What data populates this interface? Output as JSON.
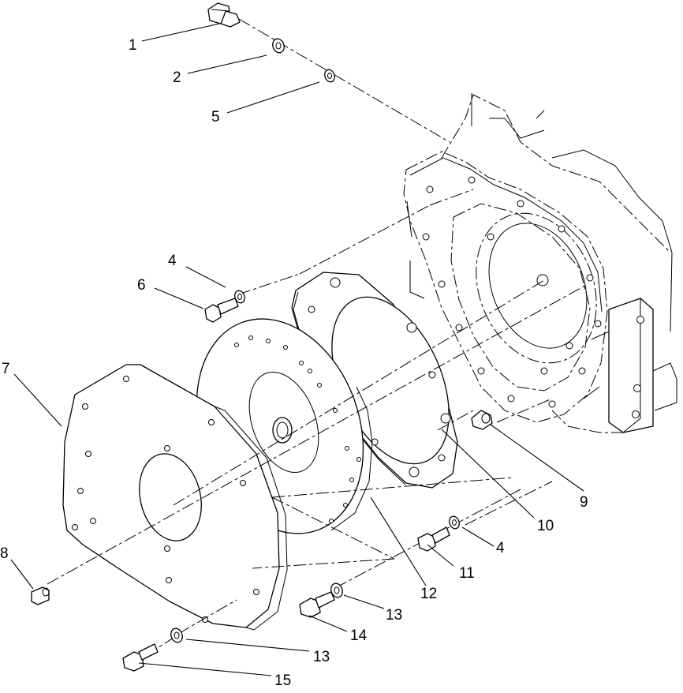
{
  "callouts": [
    {
      "id": "c1",
      "label": "1"
    },
    {
      "id": "c2",
      "label": "2"
    },
    {
      "id": "c5",
      "label": "5"
    },
    {
      "id": "c4a",
      "label": "4"
    },
    {
      "id": "c6",
      "label": "6"
    },
    {
      "id": "c7",
      "label": "7"
    },
    {
      "id": "c8",
      "label": "8"
    },
    {
      "id": "c9",
      "label": "9"
    },
    {
      "id": "c10",
      "label": "10"
    },
    {
      "id": "c4b",
      "label": "4"
    },
    {
      "id": "c11",
      "label": "11"
    },
    {
      "id": "c12",
      "label": "12"
    },
    {
      "id": "c13a",
      "label": "13"
    },
    {
      "id": "c14",
      "label": "14"
    },
    {
      "id": "c13b",
      "label": "13"
    },
    {
      "id": "c15",
      "label": "15"
    }
  ]
}
